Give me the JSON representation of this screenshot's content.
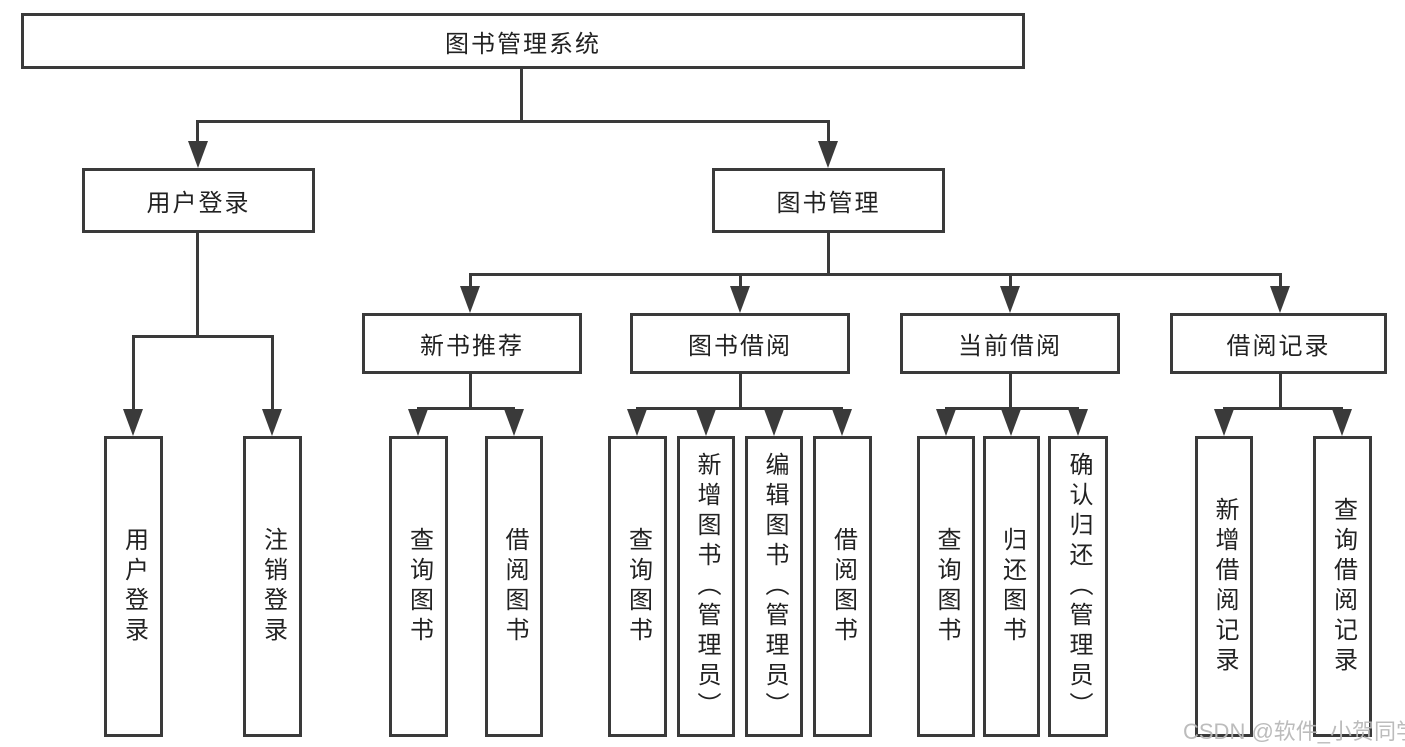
{
  "diagram": {
    "root": {
      "label": "图书管理系统",
      "children": [
        {
          "label": "用户登录",
          "children": [
            {
              "label": "用户登录"
            },
            {
              "label": "注销登录"
            }
          ]
        },
        {
          "label": "图书管理",
          "children": [
            {
              "label": "新书推荐",
              "children": [
                {
                  "label": "查询图书"
                },
                {
                  "label": "借阅图书"
                }
              ]
            },
            {
              "label": "图书借阅",
              "children": [
                {
                  "label": "查询图书"
                },
                {
                  "label": "新增图书（管理员）"
                },
                {
                  "label": "编辑图书（管理员）"
                },
                {
                  "label": "借阅图书"
                }
              ]
            },
            {
              "label": "当前借阅",
              "children": [
                {
                  "label": "查询图书"
                },
                {
                  "label": "归还图书"
                },
                {
                  "label": "确认归还（管理员）"
                }
              ]
            },
            {
              "label": "借阅记录",
              "children": [
                {
                  "label": "新增借阅记录"
                },
                {
                  "label": "查询借阅记录"
                }
              ]
            }
          ]
        }
      ]
    }
  },
  "colors": {
    "line": "#3a3a3a",
    "border": "#3a3a3a",
    "text": "#222222",
    "background": "#ffffff",
    "watermark": "#b8b8b8"
  },
  "watermark": {
    "text": "CSDN @软件_小贺同学"
  }
}
